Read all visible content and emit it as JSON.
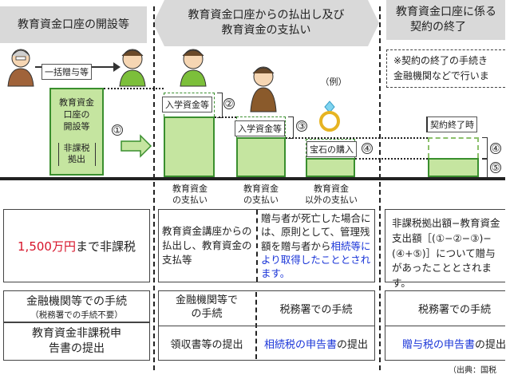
{
  "headers": {
    "col1": "教育資金口座の開設等",
    "col2_line1": "教育資金口座からの払出し及び",
    "col2_line2": "教育資金の支払い",
    "col3_line1": "教育資金口座に係る",
    "col3_line2": "契約の終了"
  },
  "diagram": {
    "gift_label": "一括贈与等",
    "account_box": [
      "教育資金",
      "口座の",
      "開設等"
    ],
    "tax_exempt_box": [
      "非課税",
      "拠出"
    ],
    "tag_admission_1": "入学資金等",
    "tag_admission_2": "入学資金等",
    "example": "（例）",
    "tag_jewel": "宝石の購入",
    "end_tag": "契約終了時",
    "note_line1": "※契約の終了の手続き",
    "note_line2": "金融機関などで行いま",
    "numbers": [
      "①",
      "②",
      "③",
      "④",
      "④",
      "⑤"
    ],
    "captions": {
      "c1": [
        "教育資金",
        "の支払い"
      ],
      "c2": [
        "教育資金",
        "の支払い"
      ],
      "c3": [
        "教育資金",
        "以外の支払い"
      ]
    }
  },
  "row1": {
    "limit_amount": "1,500万円",
    "limit_suffix": "まで非課税",
    "payout": "教育資金講座からの払出し、教育資金の支払等",
    "death_text_a": "贈与者が死亡した場合には、原則として、管理残額を贈与者から",
    "death_text_b": "相続等により取得したこととされます。",
    "end_text": "非課税拠出額−教育資金支出額［(①−②−③)−(④+⑤)］について贈与があったこととされます。"
  },
  "row2": {
    "fin_proc": "金融機関等での手続",
    "fin_proc_note": "（税務署での手続不要）",
    "fin_proc2": "金融機関等での手続",
    "tax_office_proc": "税務署での手続",
    "tax_office_proc2": "税務署での手続",
    "app_form": "教育資金非課税申告書の提出",
    "receipt": "領収書等の提出",
    "inherit_form": "相続税の申告書",
    "inherit_suffix": "の提出",
    "gift_form": "贈与税の申告書",
    "gift_suffix": "の提出"
  },
  "source": "（出典：国税"
}
